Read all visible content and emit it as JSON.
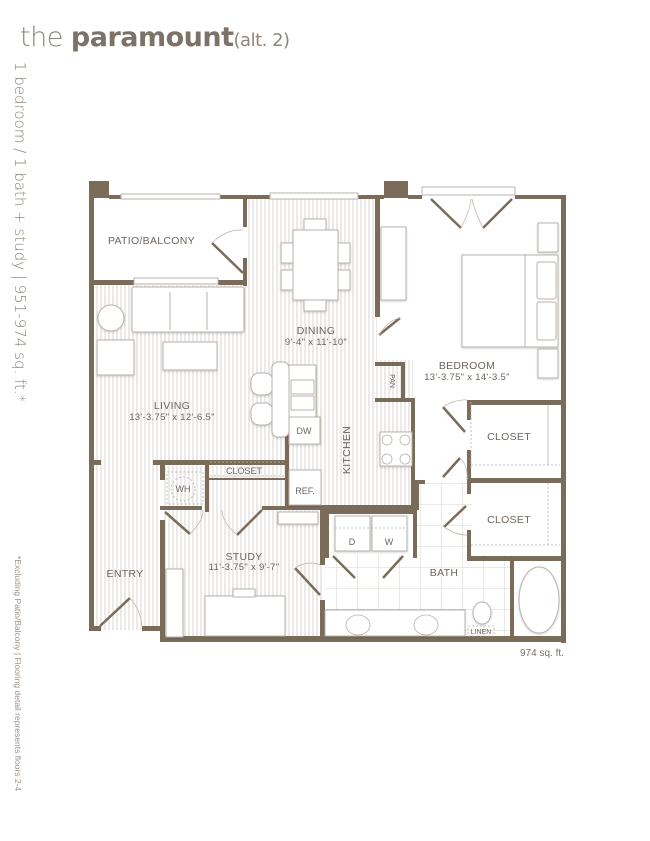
{
  "header": {
    "title_prefix": "the",
    "title_name": "paramount",
    "title_variant": "(alt. 2)",
    "subtitle": "1 bedroom / 1 bath + study  |  951-974 sq. ft.*"
  },
  "footnote": "*Excluding Patio/Balcony   |   Flooring detail represents floors 2-4",
  "colors": {
    "wall": "#7b6c5a",
    "floor_stripe": "#d9d6d1",
    "tile_line": "#d6d3ce",
    "fixture_stroke": "#b8b2ab",
    "text": "#6e655d"
  },
  "rooms": {
    "patio": {
      "name": "PATIO/BALCONY"
    },
    "dining": {
      "name": "DINING",
      "dims": "9'-4\" x 11'-10\""
    },
    "living": {
      "name": "LIVING",
      "dims": "13'-3.75\" x 12'-6.5\""
    },
    "bedroom": {
      "name": "BEDROOM",
      "dims": "13'-3.75\" x 14'-3.5\""
    },
    "kitchen": {
      "name": "KITCHEN"
    },
    "closet_study": {
      "name": "CLOSET"
    },
    "closet_1": {
      "name": "CLOSET"
    },
    "closet_2": {
      "name": "CLOSET"
    },
    "study": {
      "name": "STUDY",
      "dims": "11'-3.75\" x 9'-7\""
    },
    "entry": {
      "name": "ENTRY"
    },
    "bath": {
      "name": "BATH"
    }
  },
  "fixtures": {
    "dishwasher": "DW",
    "refrigerator": "REF.",
    "pantry": "PAN.",
    "water_heater": "WH",
    "dryer": "D",
    "washer": "W",
    "linen": "LINEN"
  },
  "total_sqft": "974 sq. ft."
}
